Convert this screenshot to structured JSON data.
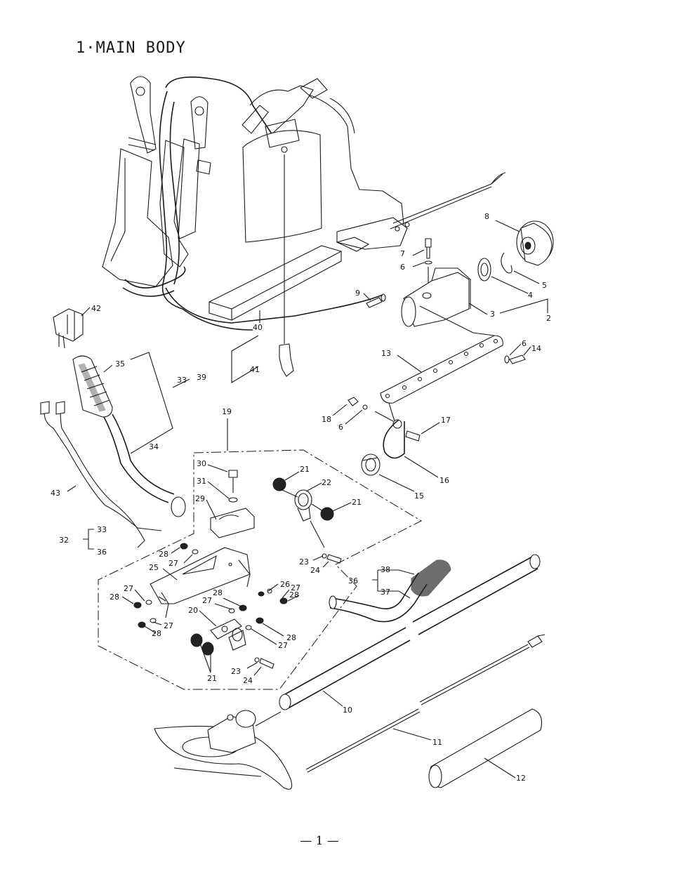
{
  "title": "1·MAIN BODY",
  "page_number": "— 1 —",
  "parts": {
    "p2": "2",
    "p3": "3",
    "p4": "4",
    "p5": "5",
    "p6a": "6",
    "p6b": "6",
    "p6c": "6",
    "p7": "7",
    "p8": "8",
    "p9": "9",
    "p10": "10",
    "p11": "11",
    "p12": "12",
    "p13": "13",
    "p14": "14",
    "p15": "15",
    "p16": "16",
    "p17": "17",
    "p18": "18",
    "p19": "19",
    "p20": "20",
    "p21a": "21",
    "p21b": "21",
    "p21c": "21",
    "p22": "22",
    "p23a": "23",
    "p23b": "23",
    "p24a": "24",
    "p24b": "24",
    "p25": "25",
    "p26": "26",
    "p27a": "27",
    "p27b": "27",
    "p27c": "27",
    "p27d": "27",
    "p27e": "27",
    "p28a": "28",
    "p28b": "28",
    "p28c": "28",
    "p28d": "28",
    "p28e": "28",
    "p28f": "28",
    "p29": "29",
    "p30": "30",
    "p31": "31",
    "p32": "32",
    "p33a": "33",
    "p33b": "33",
    "p34": "34",
    "p35": "35",
    "p36a": "36",
    "p36b": "36",
    "p37": "37",
    "p38": "38",
    "p39": "39",
    "p40": "40",
    "p41": "41",
    "p42": "42",
    "p43": "43"
  }
}
